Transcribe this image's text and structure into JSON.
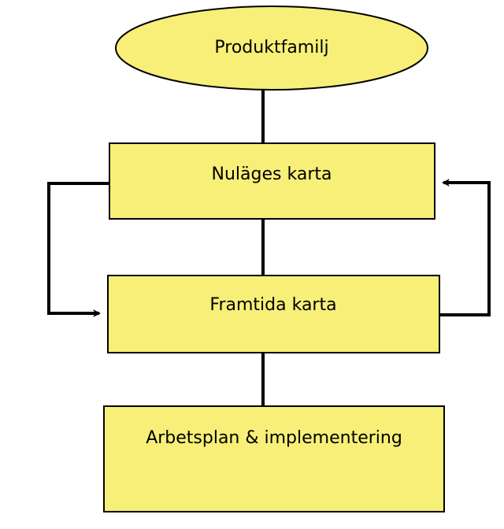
{
  "diagram": {
    "colors": {
      "node_fill": "#f8ef78",
      "node_stroke": "#000000",
      "edge": "#000000"
    },
    "nodes": [
      {
        "id": "produktfamilj",
        "label": "Produktfamilj",
        "shape": "ellipse"
      },
      {
        "id": "nulages",
        "label": "Nuläges karta",
        "shape": "rectangle"
      },
      {
        "id": "framtida",
        "label": "Framtida karta",
        "shape": "rectangle"
      },
      {
        "id": "arbetsplan",
        "label": "Arbetsplan & implementering",
        "shape": "rectangle"
      }
    ],
    "edges": [
      {
        "from": "produktfamilj",
        "to": "nulages",
        "arrow": false
      },
      {
        "from": "nulages",
        "to": "framtida",
        "arrow": false
      },
      {
        "from": "framtida",
        "to": "arbetsplan",
        "arrow": false
      },
      {
        "from": "nulages",
        "to": "framtida",
        "arrow": true,
        "side": "left"
      },
      {
        "from": "framtida",
        "to": "nulages",
        "arrow": true,
        "side": "right"
      }
    ]
  }
}
